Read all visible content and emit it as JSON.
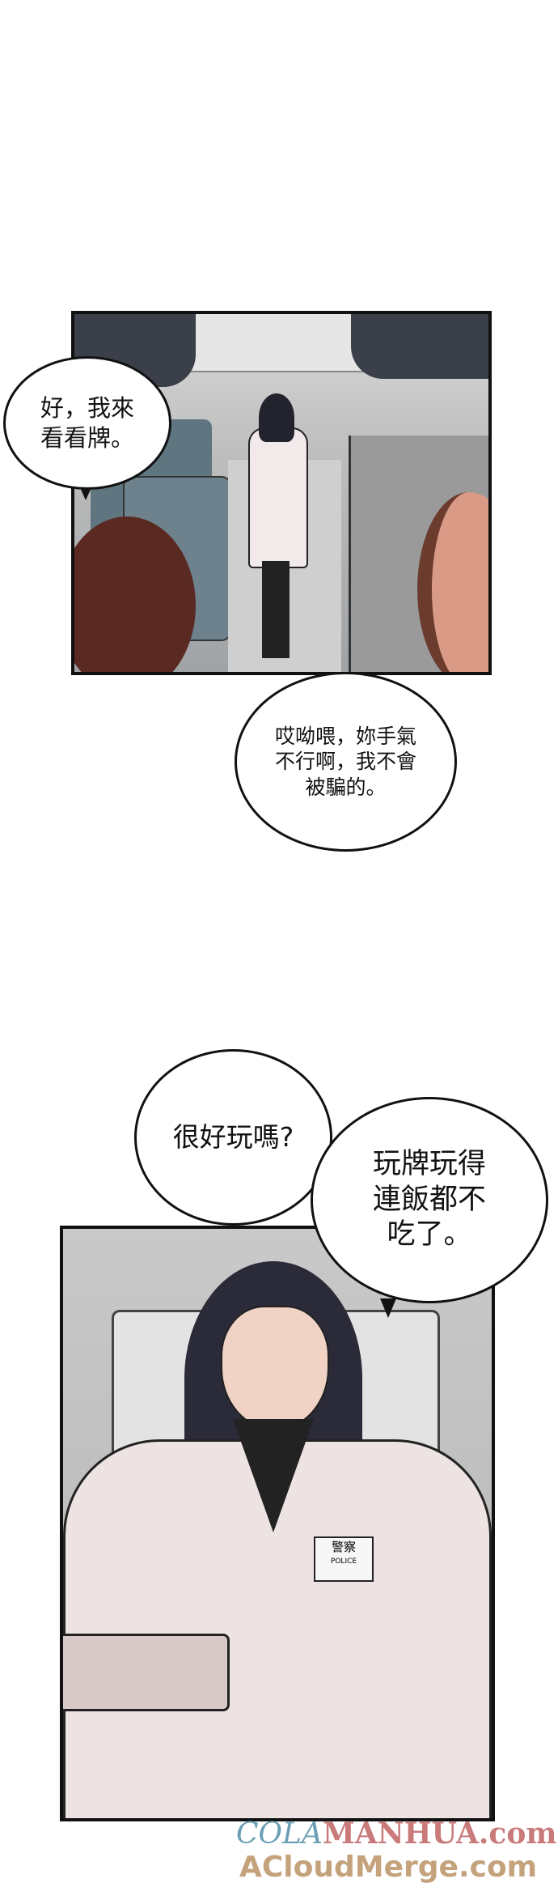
{
  "panels": [
    {
      "bubbles": [
        {
          "text": "好，我來\n看看牌。"
        },
        {
          "text": "哎呦喂，妳手氣\n不行啊，我不會\n被騙的。"
        }
      ]
    },
    {
      "bubbles": [
        {
          "text": "很好玩嗎?"
        },
        {
          "text": "玩牌玩得\n連飯都不\n吃了。"
        }
      ],
      "badge": {
        "line1": "警察",
        "line2": "POLICE"
      }
    }
  ],
  "watermark": {
    "line1_part1": "COLA",
    "line1_part2": "MANHUA.com",
    "line2": "ACloudMerge.com",
    "colors": {
      "cola": "#6a9fb5",
      "manhua": "#c97a7a",
      "acloud": "#c4a27c"
    }
  }
}
